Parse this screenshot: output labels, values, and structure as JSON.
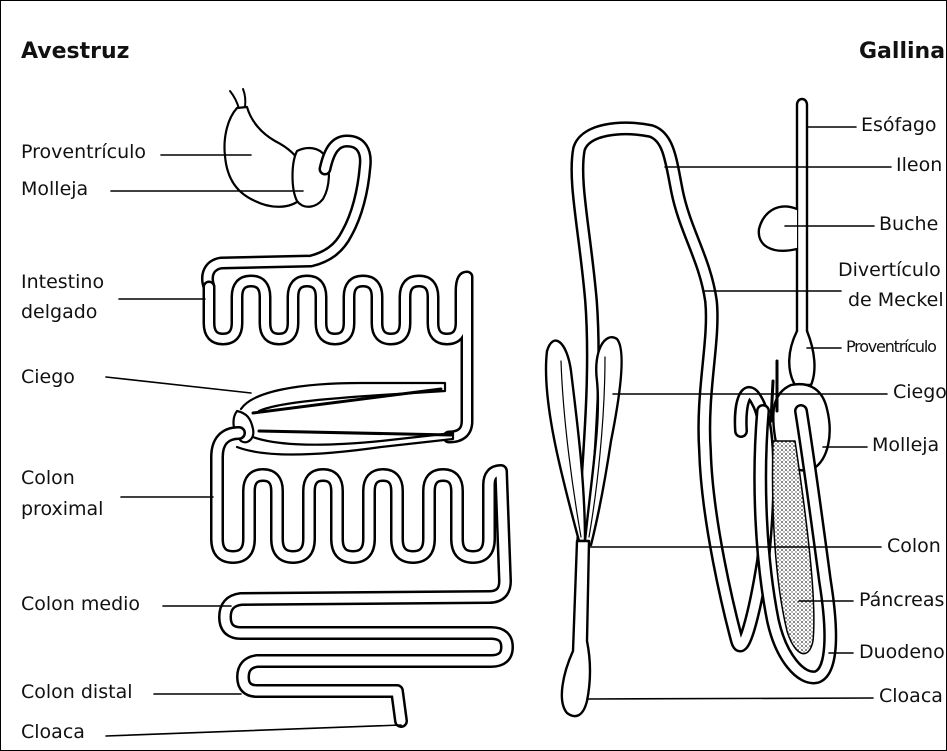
{
  "ostrich": {
    "title": "Avestruz",
    "labels": {
      "proventriculo": "Proventrículo",
      "molleja": "Molleja",
      "intestino_1": "Intestino",
      "intestino_2": "delgado",
      "ciego": "Ciego",
      "colon_prox_1": "Colon",
      "colon_prox_2": "proximal",
      "colon_medio": "Colon medio",
      "colon_distal": "Colon distal",
      "cloaca": "Cloaca"
    }
  },
  "chicken": {
    "title": "Gallina",
    "labels": {
      "esofago": "Esófago",
      "ileon": "Ileon",
      "buche": "Buche",
      "diverticulo_1": "Divertículo",
      "diverticulo_2": "de Meckel",
      "proventriculo": "Proventrículo",
      "ciego": "Ciego",
      "molleja": "Molleja",
      "colon": "Colon",
      "pancreas": "Páncreas",
      "duodeno": "Duodeno",
      "cloaca": "Cloaca"
    }
  }
}
